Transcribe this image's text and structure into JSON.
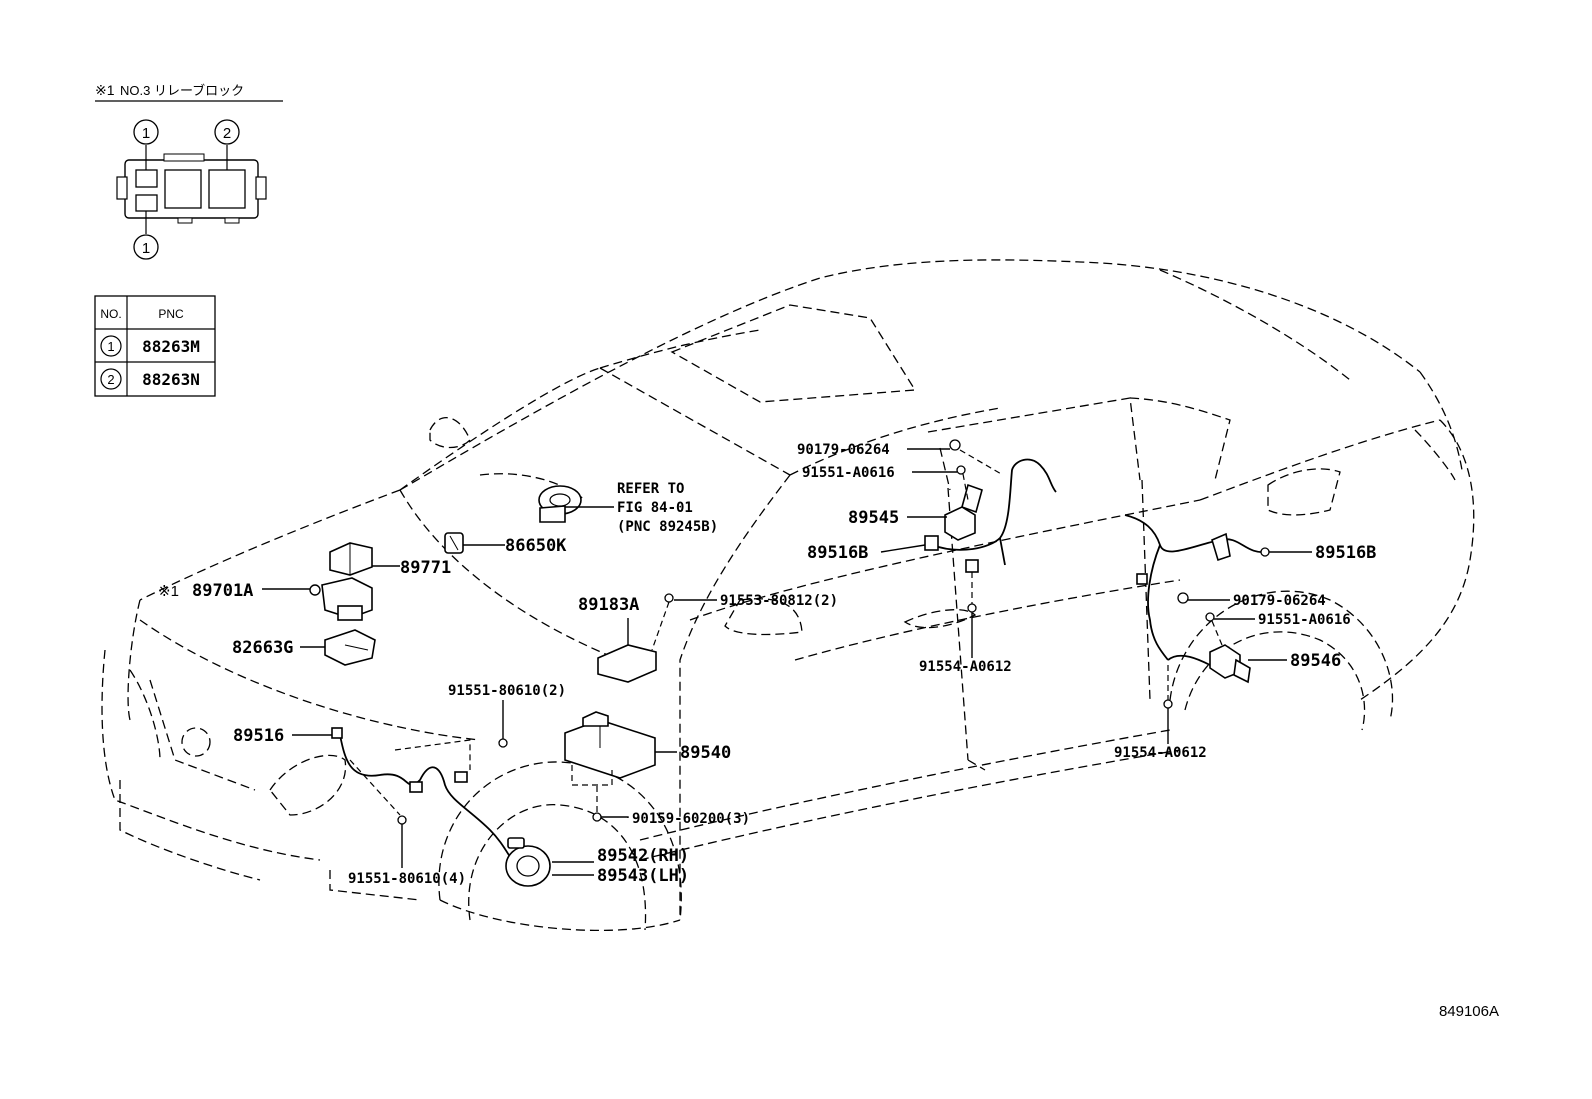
{
  "inset": {
    "title_mark": "※1",
    "title": "NO.3 リレーブロック",
    "relay_marker_1": "1",
    "relay_marker_2": "2",
    "table": {
      "headers": [
        "NO.",
        "PNC"
      ],
      "rows": [
        {
          "no": "1",
          "pnc": "88263M"
        },
        {
          "no": "2",
          "pnc": "88263N"
        }
      ]
    }
  },
  "callouts": {
    "c86650K": "86650K",
    "c89771": "89771",
    "c89701A_mark": "※1",
    "c89701A": "89701A",
    "c82663G": "82663G",
    "c89183A": "89183A",
    "c91553": "91553-80812(2)",
    "c91551_80610_2": "91551-80610(2)",
    "c89516": "89516",
    "c89540": "89540",
    "c90159": "90159-60200(3)",
    "c89542": "89542(RH)",
    "c89543": "89543(LH)",
    "c91551_80610_4": "91551-80610(4)",
    "c90179_top": "90179-06264",
    "c91551_A0616_top": "91551-A0616",
    "c89545": "89545",
    "c89516B_left": "89516B",
    "c91554_mid": "91554-A0612",
    "c89516B_right": "89516B",
    "c90179_right": "90179-06264",
    "c91551_A0616_right": "91551-A0616",
    "c89546": "89546",
    "c91554_right": "91554-A0612"
  },
  "refer": {
    "line1": "REFER TO",
    "line2": "FIG 84-01",
    "line3": "(PNC 89245B)"
  },
  "figure_id": "849106A"
}
